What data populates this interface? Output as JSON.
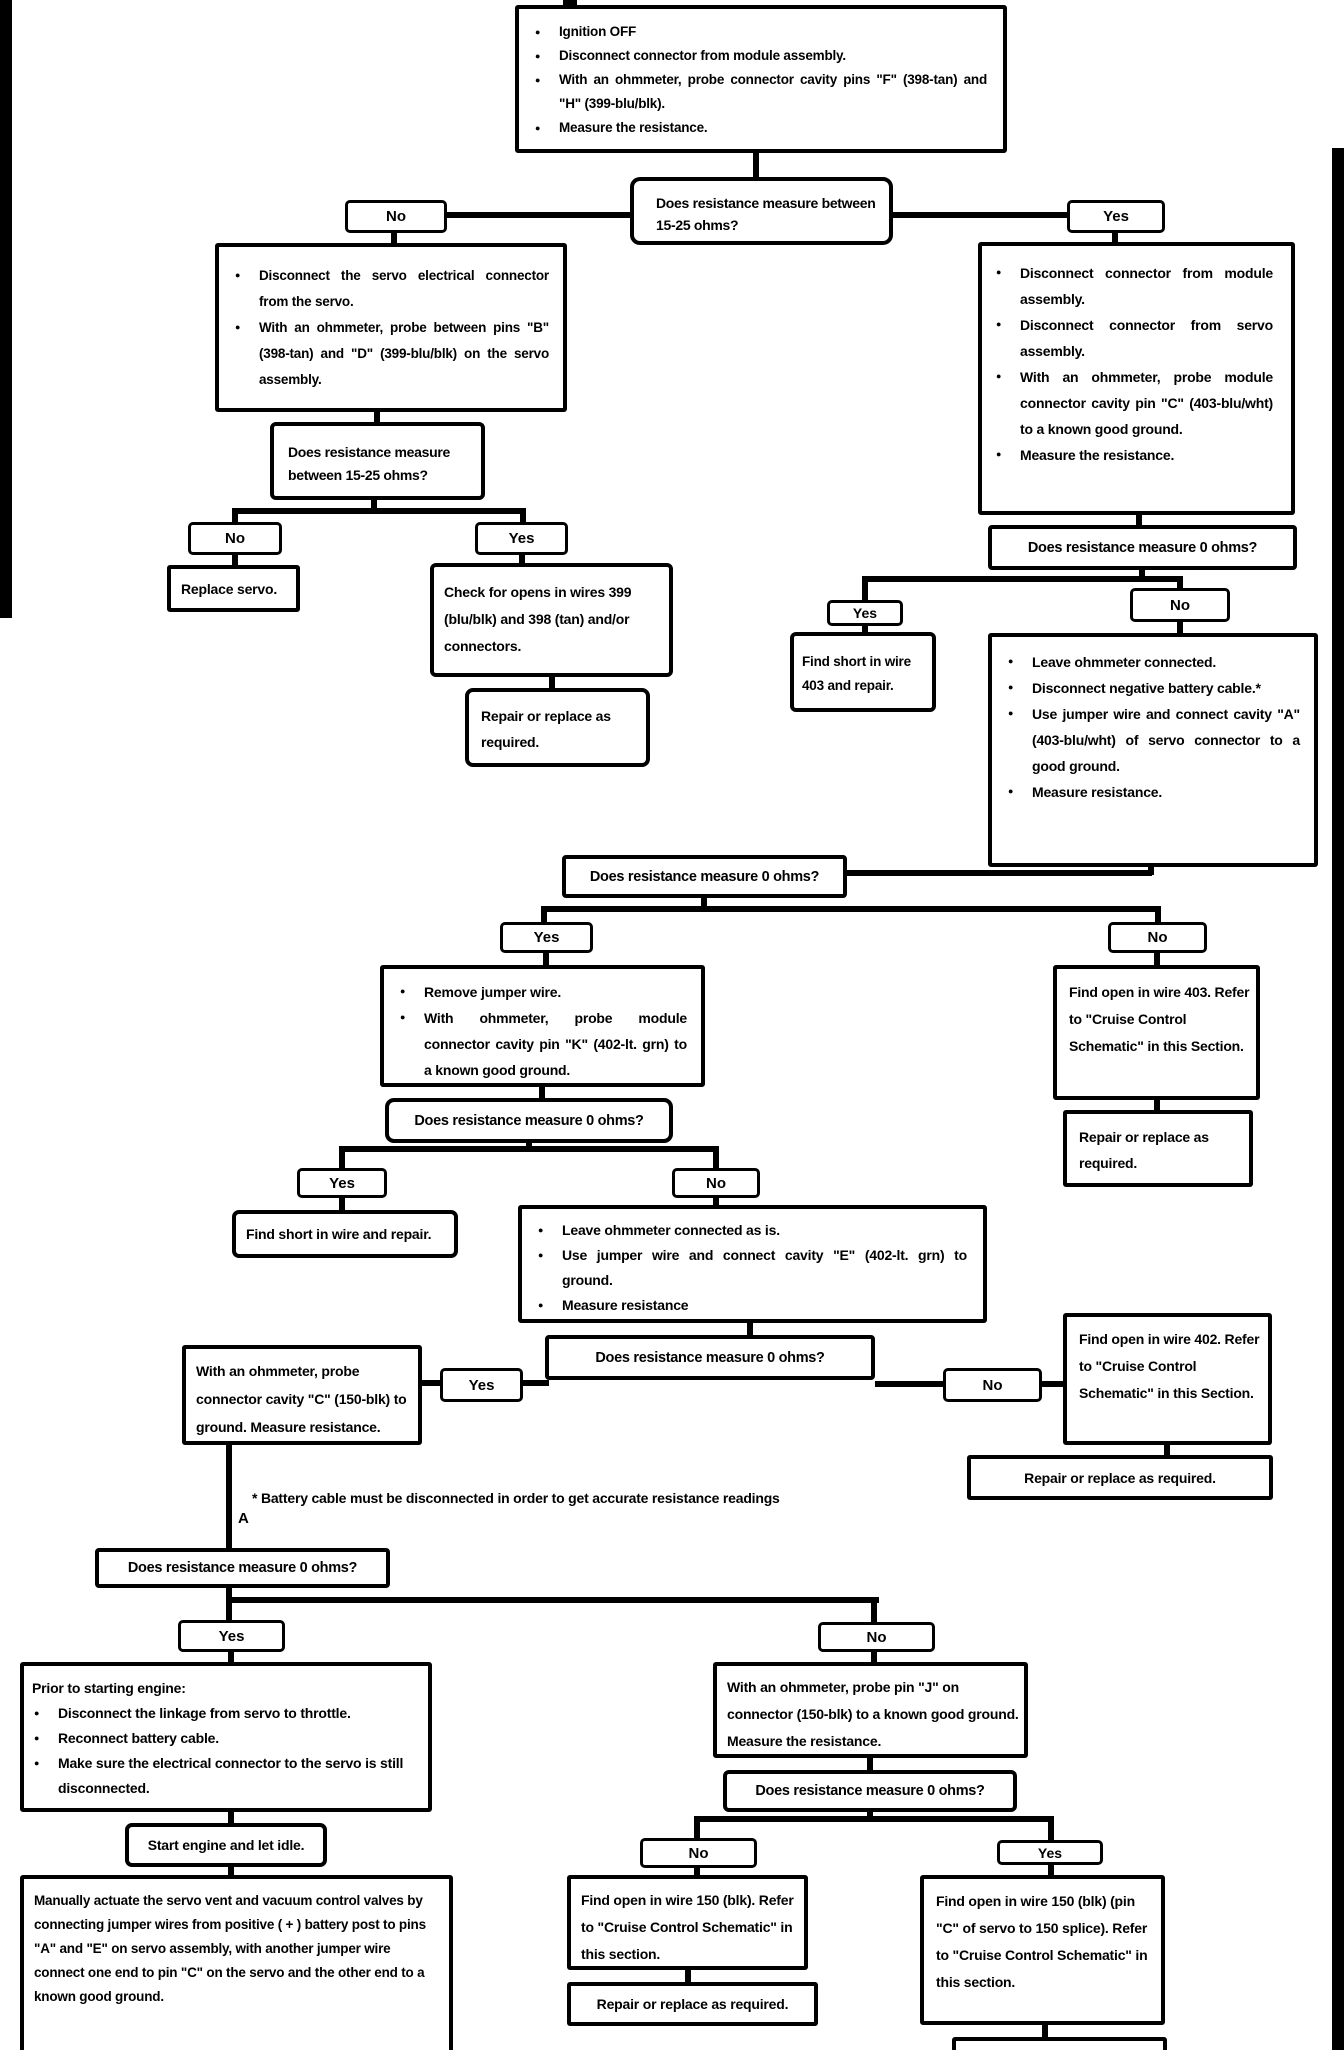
{
  "labels": {
    "yes": "Yes",
    "no": "No",
    "a": "A"
  },
  "footnote": "* Battery cable must be disconnected in order to get accurate resistance readings",
  "nodes": {
    "start": {
      "bullets": [
        "Ignition OFF",
        "Disconnect connector from module assembly.",
        "With an ohmmeter, probe connector cavity pins \"F\" (398-tan) and \"H\" (399-blu/blk).",
        "Measure the resistance."
      ]
    },
    "d1": "Does resistance measure between 15-25 ohms?",
    "servo_probe": {
      "bullets": [
        "Disconnect the servo electrical connector from the servo.",
        "With an ohmmeter, probe between pins \"B\" (398-tan) and \"D\" (399-blu/blk) on the servo assembly."
      ]
    },
    "d2": "Does resistance measure between 15-25 ohms?",
    "replace_servo": "Replace servo.",
    "check_opens": "Check for opens in wires 399 (blu/blk) and 398 (tan) and/or connectors.",
    "repair_1": "Repair or replace as required.",
    "module_probe": {
      "bullets": [
        "Disconnect connector from module assembly.",
        "Disconnect connector from servo assembly.",
        "With an ohmmeter, probe module connector cavity pin \"C\" (403-blu/wht) to a known good ground.",
        "Measure the resistance."
      ]
    },
    "d3": "Does resistance measure 0 ohms?",
    "find_short_403": "Find short in wire 403 and repair.",
    "jumper_a": {
      "bullets": [
        "Leave ohmmeter connected.",
        "Disconnect negative battery cable.*",
        "Use jumper wire and connect cavity \"A\" (403-blu/wht) of servo connector to a good ground.",
        "Measure resistance."
      ]
    },
    "d4": "Does resistance measure 0 ohms?",
    "probe_k": {
      "bullets": [
        "Remove jumper wire.",
        "With ohmmeter, probe module connector cavity pin \"K\" (402-lt. grn) to a known good ground."
      ]
    },
    "find_open_403": "Find open in wire 403. Refer to \"Cruise Control Schematic\" in this Section.",
    "repair_2": "Repair or replace as required.",
    "d5": "Does resistance measure 0 ohms?",
    "find_short_wire": "Find short in wire and repair.",
    "jumper_e": {
      "bullets": [
        "Leave ohmmeter connected as is.",
        "Use jumper wire and connect cavity \"E\" (402-lt. grn) to ground.",
        "Measure resistance"
      ]
    },
    "d6": "Does resistance measure 0 ohms?",
    "probe_c150": "With an ohmmeter, probe connector cavity \"C\" (150-blk) to ground. Measure resistance.",
    "find_open_402": "Find open in wire 402. Refer to \"Cruise Control Schematic\" in this Section.",
    "repair_3": "Repair or replace as required.",
    "d7": "Does resistance measure 0 ohms?",
    "prior_start": {
      "intro": "Prior to starting engine:",
      "bullets": [
        "Disconnect the linkage from servo to throttle.",
        "Reconnect battery cable.",
        "Make sure the electrical connector to the servo is still disconnected."
      ]
    },
    "start_engine": "Start engine and let idle.",
    "manually_actuate": "Manually actuate the servo vent and vacuum control valves by connecting jumper wires from positive ( + ) battery post to pins \"A\" and \"E\" on servo assembly, with another jumper wire connect one end to pin \"C\" on the servo and the other end to a known good ground.",
    "probe_j": "With an ohmmeter, probe pin \"J\" on connector (150-blk) to a known good ground. Measure the resistance.",
    "d8": "Does resistance measure 0 ohms?",
    "find_open_150": "Find open in wire 150 (blk). Refer to \"Cruise Control Schematic\" in this section.",
    "repair_4": "Repair or replace as required.",
    "find_open_150_splice": "Find open in wire 150 (blk) (pin \"C\" of servo to 150 splice). Refer to \"Cruise Control Schematic\" in this section."
  }
}
